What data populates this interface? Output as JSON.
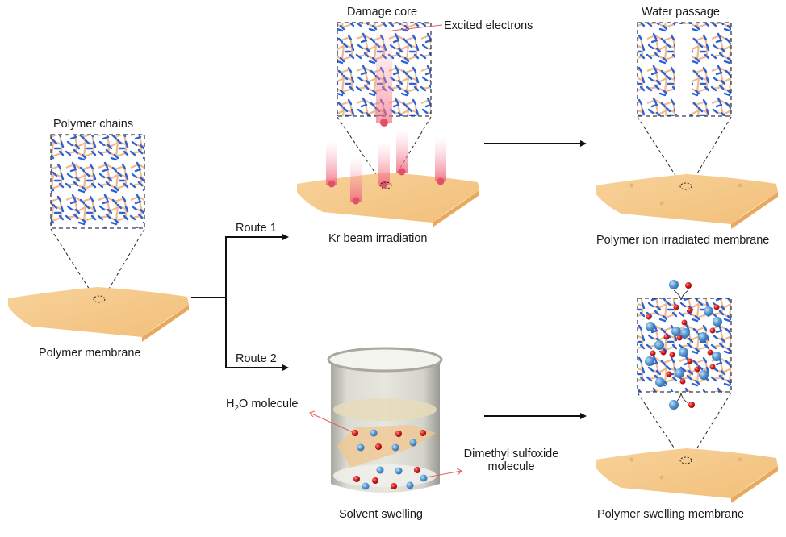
{
  "figure": {
    "polymer_membrane": {
      "inset_label": "Polymer chains",
      "caption": "Polymer membrane"
    },
    "route1": {
      "route_label": "Route 1",
      "inset_label": "Damage core",
      "callout": "Excited electrons",
      "caption": "Kr beam irradiation"
    },
    "result1": {
      "inset_label": "Water passage",
      "caption": "Polymer ion irradiated membrane"
    },
    "route2": {
      "route_label": "Route 2",
      "h2o_callout_prefix": "H",
      "h2o_callout_sub": "2",
      "h2o_callout_suffix": "O molecule",
      "dmso_callout_line1": "Dimethyl sulfoxide",
      "dmso_callout_line2": "molecule",
      "caption": "Solvent swelling"
    },
    "result2": {
      "caption": "Polymer swelling membrane"
    }
  },
  "colors": {
    "membrane": "#f5c98a",
    "membrane_side": "#e8a85e",
    "chain_blue": "#2a63d8",
    "chain_tan": "#f0b98c",
    "beam_pink": "#f26a80",
    "dmso_blue": "#5b9bd5",
    "water_red": "#d81e1e",
    "callout_red": "#e06060"
  }
}
